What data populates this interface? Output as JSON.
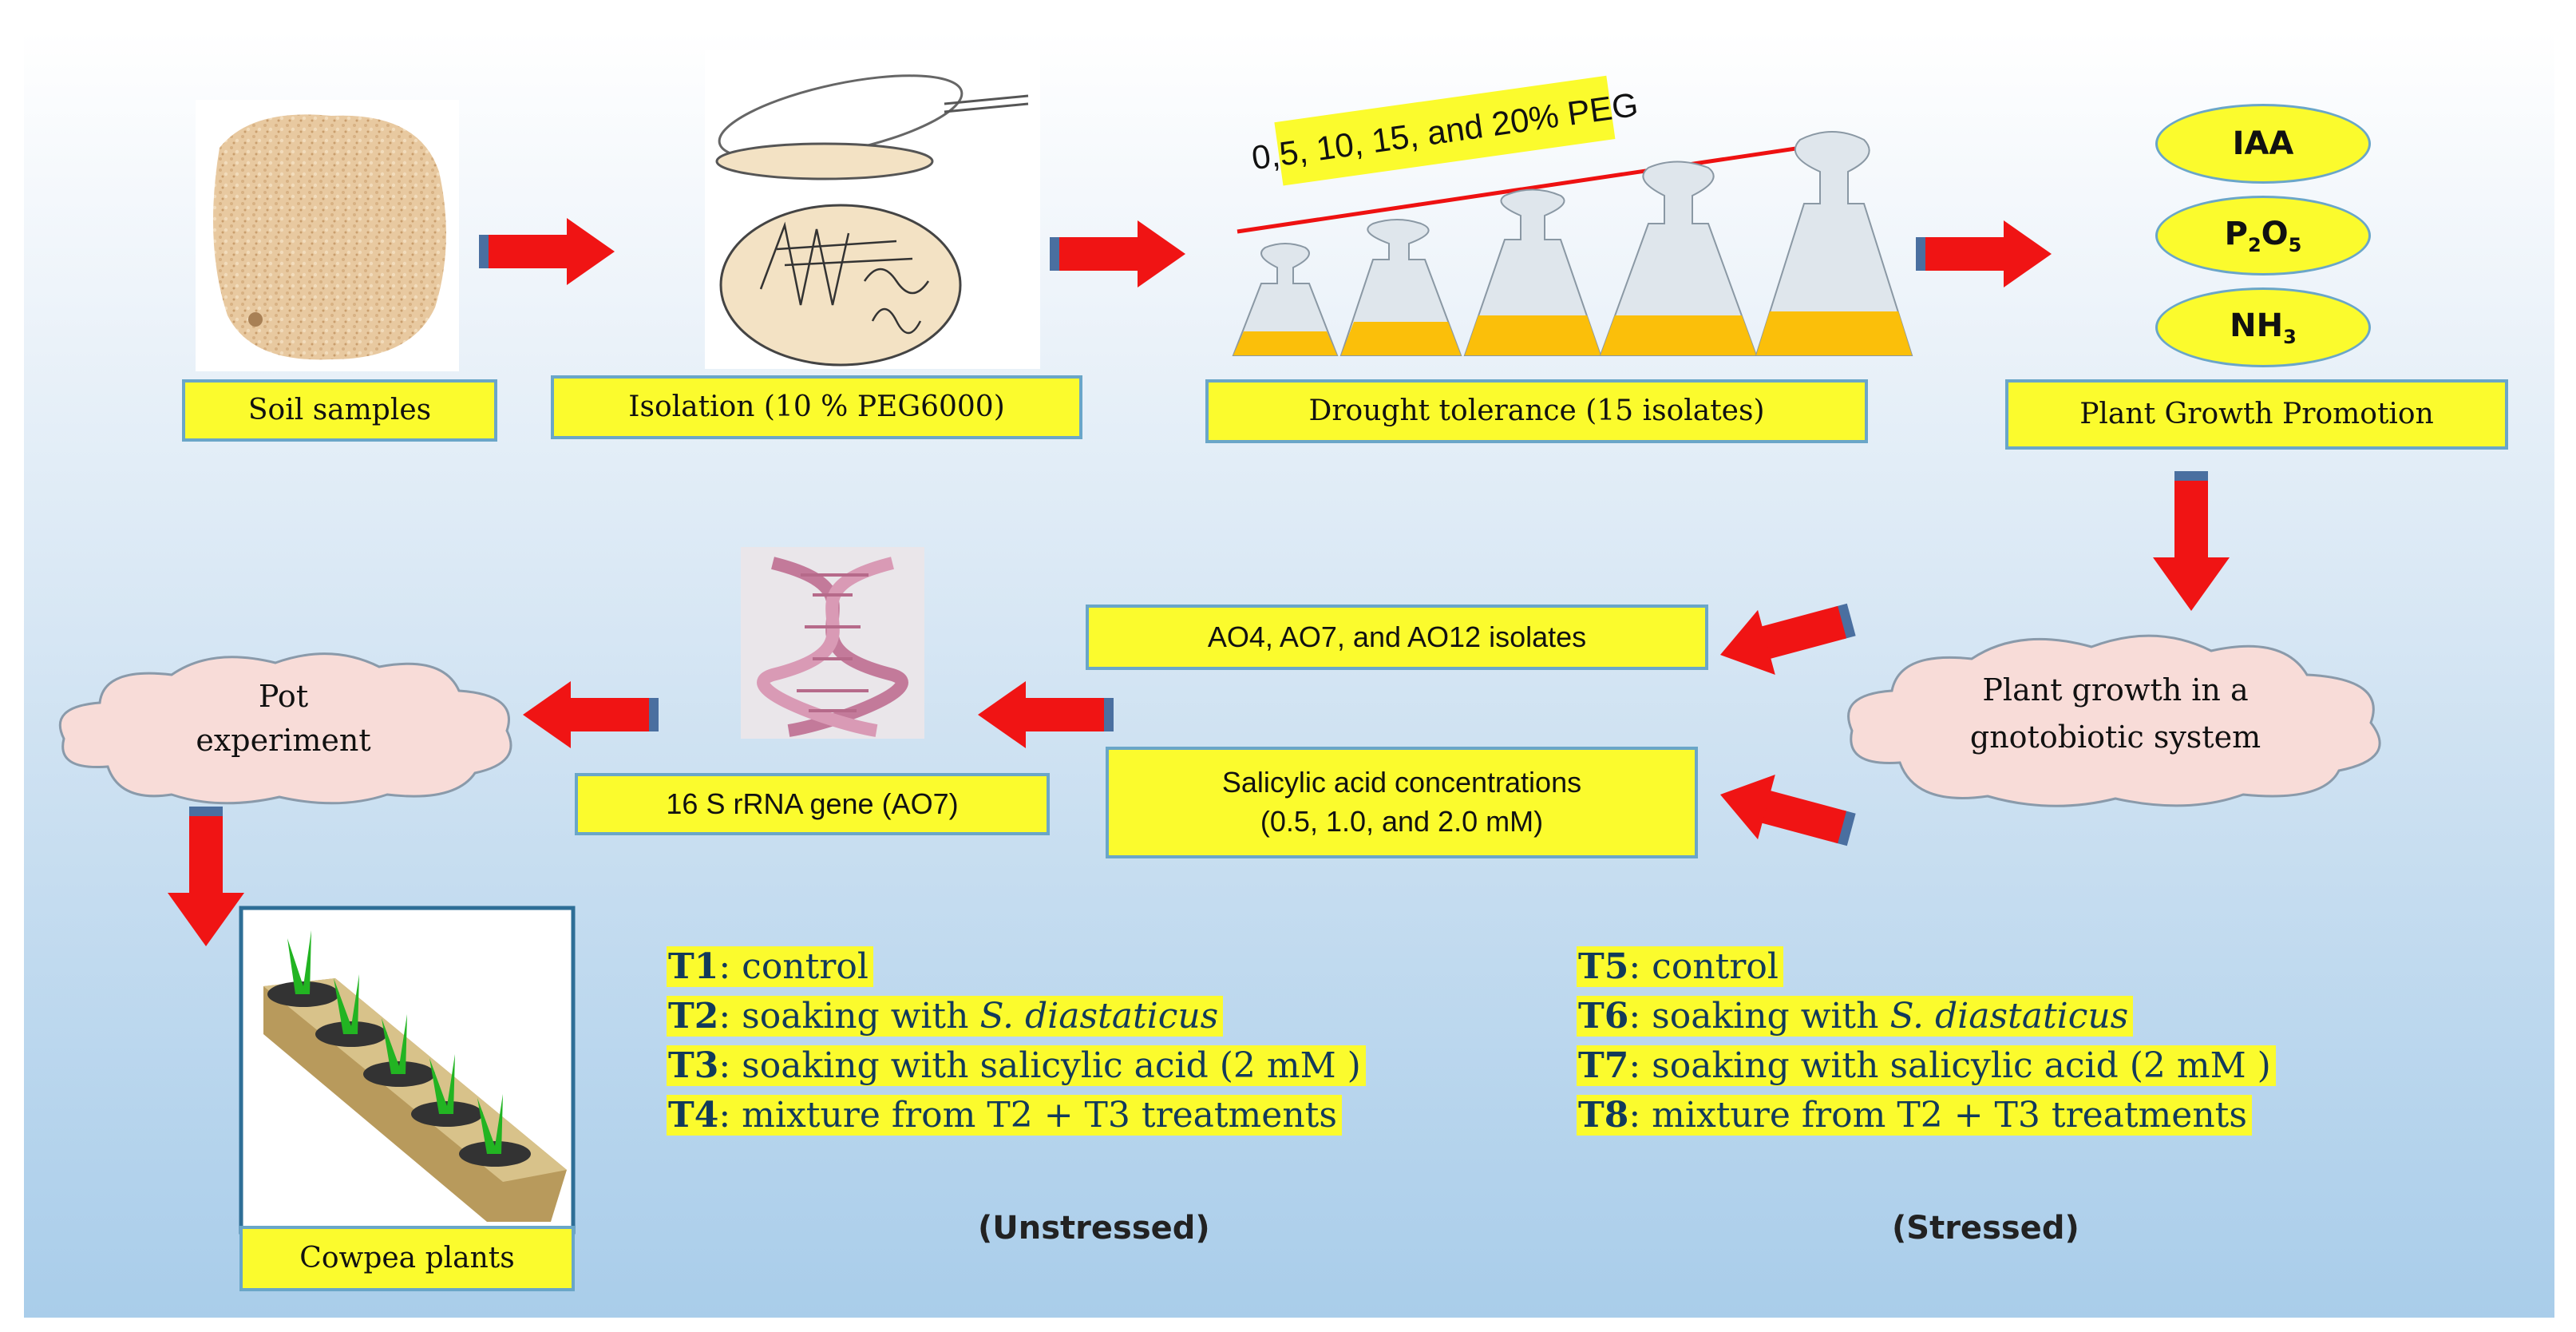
{
  "top_row": {
    "soil_samples": "Soil samples",
    "isolation": "Isolation (10 % PEG6000)",
    "peg_banner": "0,5, 10, 15, and 20% PEG",
    "drought_tolerance": "Drought tolerance (15 isolates)",
    "plant_growth_promotion": "Plant Growth Promotion",
    "ovals": {
      "iaa": "IAA",
      "p2o5": {
        "base": "P",
        "sub1": "2",
        "mid": "O",
        "sub2": "5"
      },
      "nh3": {
        "base": "NH",
        "sub": "3"
      }
    }
  },
  "middle_row": {
    "gnotobiotic_line1": "Plant growth in a",
    "gnotobiotic_line2": "gnotobiotic  system",
    "isolates": "AO4, AO7, and AO12 isolates",
    "salicylic_line1": "Salicylic acid concentrations",
    "salicylic_line2": "(0.5, 1.0, and 2.0 mM)",
    "rrna": "16 S rRNA gene (AO7)",
    "pot_line1": "Pot",
    "pot_line2": "experiment"
  },
  "bottom_row": {
    "cowpea": "Cowpea plants",
    "unstressed": {
      "heading": "(Unstressed)",
      "treatments": [
        {
          "code": "T1",
          "text": ": control",
          "italic": "",
          "tail": ""
        },
        {
          "code": "T2",
          "text": ":  soaking with ",
          "italic": "S. diastaticus",
          "tail": ""
        },
        {
          "code": "T3",
          "text": ": soaking with salicylic acid (2 mM )",
          "italic": "",
          "tail": ""
        },
        {
          "code": "T4",
          "text": ": mixture from T2 + T3 treatments",
          "italic": "",
          "tail": ""
        }
      ]
    },
    "stressed": {
      "heading": "(Stressed)",
      "treatments": [
        {
          "code": "T5",
          "text": ": control",
          "italic": "",
          "tail": ""
        },
        {
          "code": "T6",
          "text": ":  soaking with ",
          "italic": "S. diastaticus",
          "tail": ""
        },
        {
          "code": "T7",
          "text": ": soaking with salicylic acid (2 mM )",
          "italic": "",
          "tail": ""
        },
        {
          "code": "T8",
          "text": ": mixture from T2 + T3 treatments",
          "italic": "",
          "tail": ""
        }
      ]
    }
  },
  "colors": {
    "label_fill": "#fbfb2d",
    "arrow": "#f01414",
    "cloud": "#f8dcd8",
    "flask_liquid": "#fbbf0a"
  }
}
